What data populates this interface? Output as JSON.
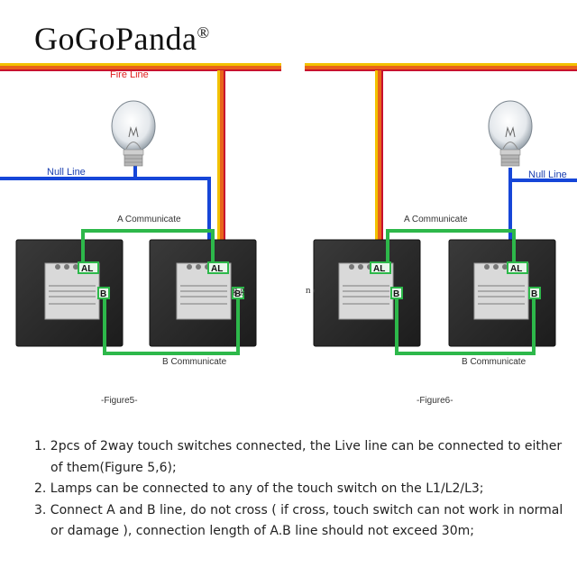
{
  "brand": {
    "name": "GoGoPanda",
    "mark": "®"
  },
  "diagram": {
    "fire_line": "Fire Line",
    "null_line_left": "Null Line",
    "null_line_right": "Null Line",
    "a_communicate_left": "A Communicate",
    "a_communicate_right": "A Communicate",
    "b_communicate_left": "B Communicate",
    "b_communicate_right": "B Communicate",
    "figure5": "-Figure5-",
    "figure6": "-Figure6-",
    "terminal_al": "AL",
    "terminal_b": "B",
    "stray_left": "g   g",
    "stray_right": "n   d",
    "colors": {
      "fire": "#e8631a",
      "null": "#1646d8",
      "communicate": "#2db84a",
      "panel": "#2b2b2b"
    }
  },
  "notes": [
    "1. 2pcs of 2way touch switches connected, the Live line can be connected to either of them(Figure 5,6);",
    "2. Lamps can be connected to any of the touch switch on the L1/L2/L3;",
    "3. Connect A and B line, do not cross ( if cross, touch switch can not work in normal or damage ), connection length of A.B line should not exceed 30m;"
  ]
}
